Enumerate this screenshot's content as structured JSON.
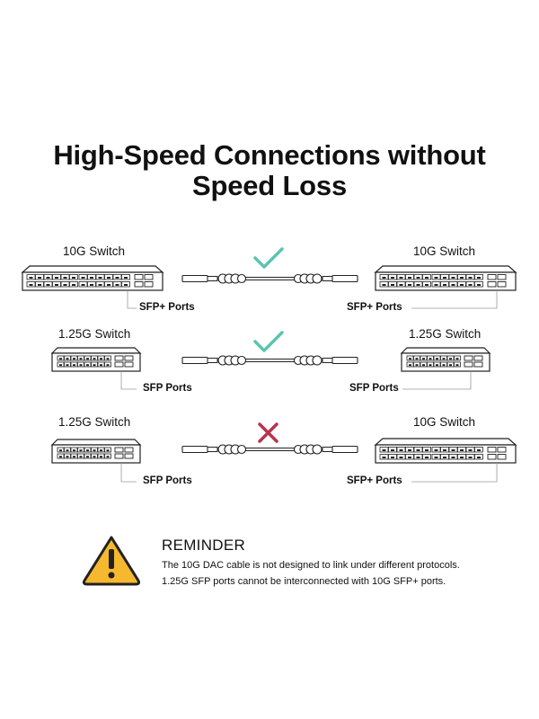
{
  "title": {
    "line1": "High-Speed Connections without",
    "line2": "Speed Loss"
  },
  "rows": [
    {
      "left_switch": "10G Switch",
      "left_ports": "SFP+ Ports",
      "right_switch": "10G Switch",
      "right_ports": "SFP+ Ports",
      "status": "compatible",
      "status_icon": "checkmark-icon",
      "status_color": "#5cc4b0"
    },
    {
      "left_switch": "1.25G Switch",
      "left_ports": "SFP Ports",
      "right_switch": "1.25G Switch",
      "right_ports": "SFP Ports",
      "status": "compatible",
      "status_icon": "checkmark-icon",
      "status_color": "#5cc4b0"
    },
    {
      "left_switch": "1.25G Switch",
      "left_ports": "SFP Ports",
      "right_switch": "10G Switch",
      "right_ports": "SFP+ Ports",
      "status": "incompatible",
      "status_icon": "cross-icon",
      "status_color": "#b8344f"
    }
  ],
  "reminder": {
    "heading": "REMINDER",
    "line1": "The 10G DAC cable is not designed to link under different protocols.",
    "line2": "1.25G SFP ports cannot be interconnected with 10G SFP+ ports.",
    "icon": "warning-icon",
    "icon_color": "#f5b82e"
  }
}
